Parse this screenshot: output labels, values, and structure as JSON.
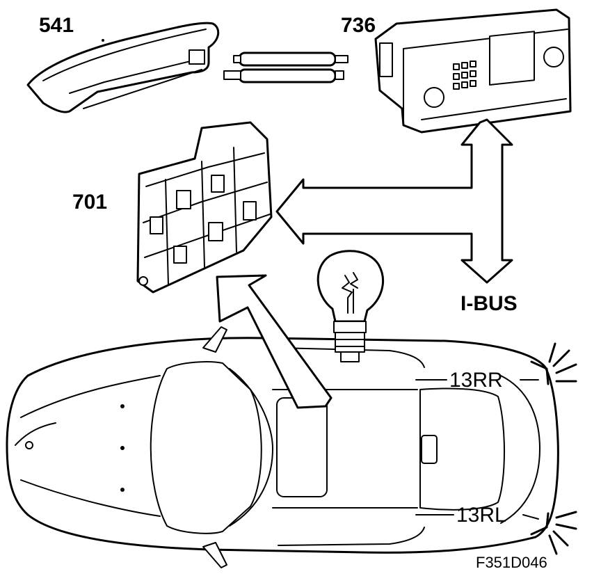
{
  "labels": {
    "rear_control_module": "541",
    "info_display": "736",
    "central_electronics": "701",
    "bus": "I-BUS",
    "rear_right_light": "13RR",
    "rear_left_light": "13RL",
    "figure_code": "F351D046"
  },
  "icons": {
    "bulb": "bulb-icon",
    "arrow_to_module": "arrow-up-left-icon",
    "bus_arrows": "double-arrow-icon",
    "light_rays": "light-rays-icon"
  },
  "colors": {
    "ink": "#000000",
    "paper": "#ffffff"
  }
}
